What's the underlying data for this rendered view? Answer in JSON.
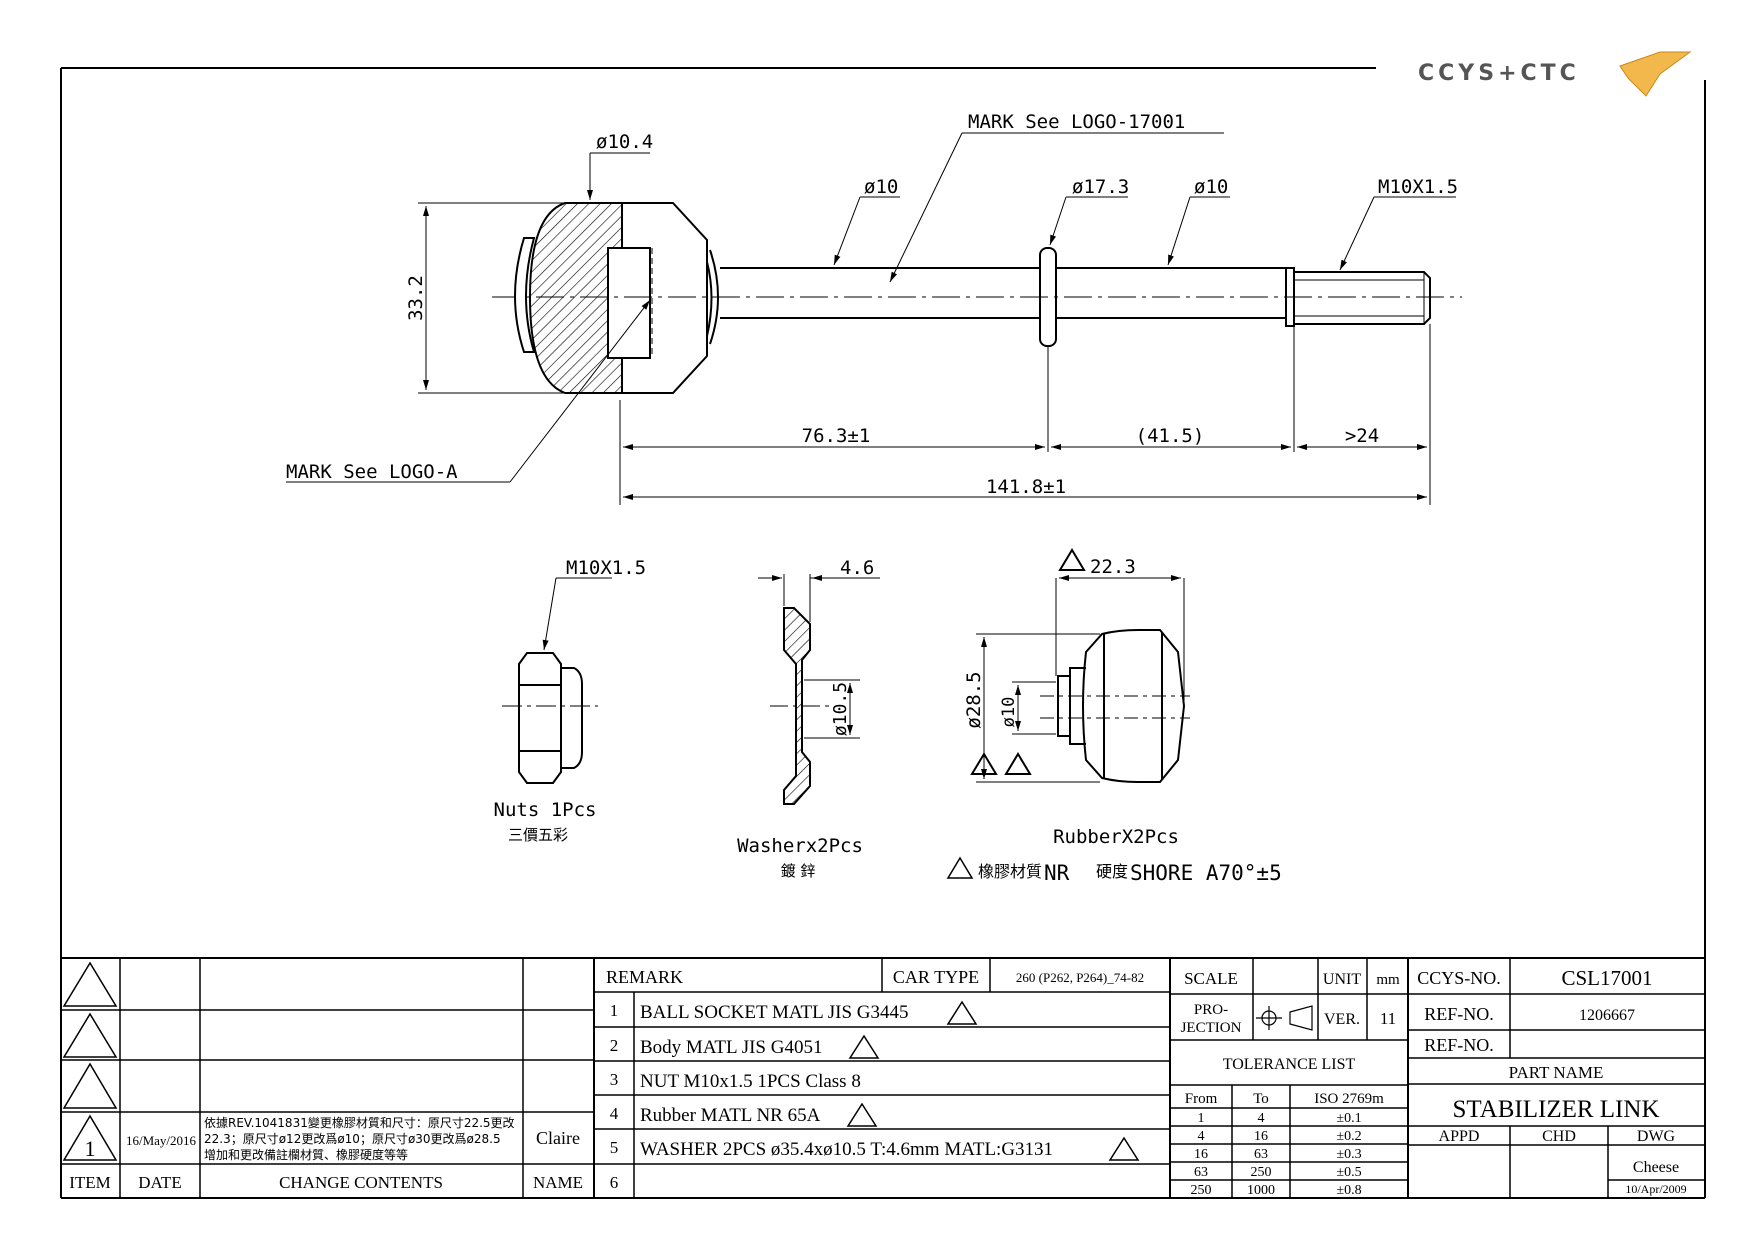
{
  "logo": {
    "text": "CCYS+CTC"
  },
  "drawing": {
    "main": {
      "mark_logo_17001": "MARK See LOGO-17001",
      "mark_logo_a": "MARK See LOGO-A",
      "dia_10_4": "ø10.4",
      "dia_10_left": "ø10",
      "dia_17_3": "ø17.3",
      "dia_10_right": "ø10",
      "thread": "M10X1.5",
      "height_33_2": "33.2",
      "len_76_3": "76.3±1",
      "len_41_5": "(41.5)",
      "len_24": ">24",
      "len_141_8": "141.8±1"
    },
    "nut": {
      "thread": "M10X1.5",
      "caption": "Nuts 1Pcs",
      "sub": "三價五彩"
    },
    "washer": {
      "thickness": "4.6",
      "inner_dia": "ø10.5",
      "caption": "Washerx2Pcs",
      "sub": "鍍 鋅"
    },
    "rubber": {
      "width": "22.3",
      "outer_dia": "ø28.5",
      "inner_dia": "ø10",
      "caption": "RubberX2Pcs",
      "material_note_cn": "橡膠材質",
      "material_note_mid": "NR ",
      "hardness_cn": "硬度",
      "hardness": "SHORE A70°±5"
    }
  },
  "title_block": {
    "revision": {
      "header": {
        "item": "ITEM",
        "date": "DATE",
        "change": "CHANGE CONTENTS",
        "name": "NAME"
      },
      "rows": [
        {
          "item": "1",
          "date": "16/May/2016",
          "change_lines": [
            "依據REV.1041831變更橡膠材質和尺寸：原尺寸22.5更改",
            "22.3；原尺寸ø12更改爲ø10；原尺寸ø30更改爲ø28.5",
            "增加和更改備註欄材質、橡膠硬度等等"
          ],
          "name": "Claire"
        }
      ]
    },
    "remark": {
      "label": "REMARK",
      "car_type_label": "CAR TYPE",
      "car_type": "260 (P262, P264)_74-82",
      "items": [
        {
          "no": "1",
          "text": "BALL SOCKET MATL JIS G3445"
        },
        {
          "no": "2",
          "text": "Body MATL JIS G4051"
        },
        {
          "no": "3",
          "text": "NUT M10x1.5 1PCS Class 8"
        },
        {
          "no": "4",
          "text": "Rubber MATL NR 65A"
        },
        {
          "no": "5",
          "text": "WASHER 2PCS ø35.4xø10.5 T:4.6mm MATL:G3131"
        },
        {
          "no": "6",
          "text": ""
        }
      ]
    },
    "scale_label": "SCALE",
    "unit_label": "UNIT",
    "unit": "mm",
    "projection_label_1": "PRO-",
    "projection_label_2": "JECTION",
    "ver_label": "VER.",
    "ver": "11",
    "tolerance": {
      "title": "TOLERANCE LIST",
      "headers": [
        "From",
        "To",
        "ISO 2769m"
      ],
      "rows": [
        [
          "1",
          "4",
          "±0.1"
        ],
        [
          "4",
          "16",
          "±0.2"
        ],
        [
          "16",
          "63",
          "±0.3"
        ],
        [
          "63",
          "250",
          "±0.5"
        ],
        [
          "250",
          "1000",
          "±0.8"
        ]
      ]
    },
    "ccys_no_label": "CCYS-NO.",
    "ccys_no": "CSL17001",
    "ref_no_label": "REF-NO.",
    "ref_no": "1206667",
    "ref_no_label_2": "REF-NO.",
    "part_name_label": "PART NAME",
    "part_name": "STABILIZER LINK",
    "appd_label": "APPD",
    "chd_label": "CHD",
    "dwg_label": "DWG",
    "dwg_name": "Cheese",
    "dwg_date": "10/Apr/2009"
  }
}
